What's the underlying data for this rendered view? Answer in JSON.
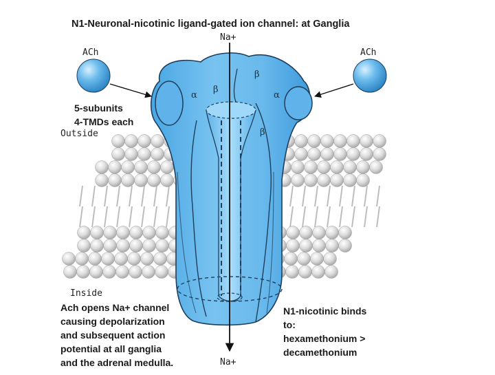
{
  "title": "N1-Neuronal-nicotinic ligand-gated ion channel: at Ganglia",
  "ion_top": "Na+",
  "ion_bottom": "Na+",
  "ligand_left": "ACh",
  "ligand_right": "ACh",
  "subunit_labels": [
    "α",
    "β",
    "β",
    "α",
    "β"
  ],
  "structure_lines": [
    "5-subunits",
    "4-TMDs each"
  ],
  "outside_label": "Outside",
  "inside_label": "Inside",
  "mechanism_lines": [
    "Ach opens Na+ channel",
    "causing depolarization",
    "and subsequent action",
    "potential at all ganglia",
    "and the adrenal medulla."
  ],
  "binding_lines": [
    "N1-nicotinic binds",
    "to:",
    "hexamethonium >",
    "decamethonium"
  ],
  "colors": {
    "channel": "#62b4ea",
    "ligand": "#6cbcec",
    "membrane": "#d7d7d7",
    "outline": "#1d3e5c"
  }
}
